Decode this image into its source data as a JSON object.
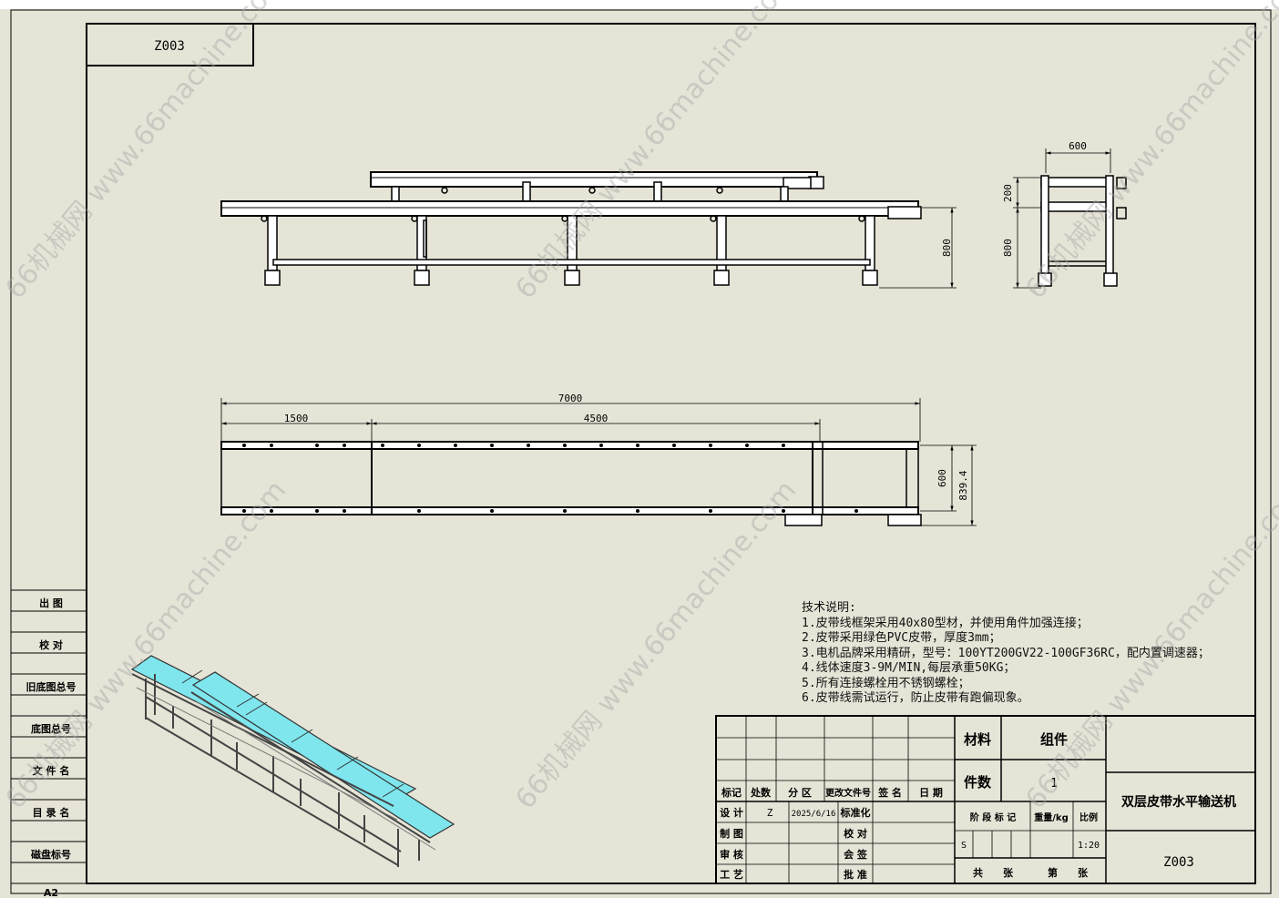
{
  "drawing_number_top": "Z003",
  "drawing_number": "Z003",
  "title": "双层皮带水平输送机",
  "watermark": "66机械网 www.66machine.com",
  "notes": {
    "heading": "技术说明:",
    "items": [
      "1.皮带线框架采用40x80型材，并使用角件加强连接；",
      "2.皮带采用绿色PVC皮带，厚度3mm；",
      "3.电机品牌采用精研，型号：100YT200GV22-100GF36RC，配内置调速器；",
      "4.线体速度3-9M/MIN,每层承重50KG；",
      "5.所有连接螺栓用不锈钢螺栓；",
      "6.皮带线需试运行，防止皮带有跑偏现象。"
    ]
  },
  "dimensions": {
    "side_height": "800",
    "end_width": "600",
    "end_upper": "200",
    "end_height": "800",
    "total_length": "7000",
    "lower_section": "1500",
    "upper_section": "4500",
    "plan_width": "600",
    "plan_overall_width": "839.4"
  },
  "left_column": [
    "出 图",
    "校 对",
    "旧底图总号",
    "底图总号",
    "文 件 名",
    "目 录 名",
    "磁盘标号",
    "A2"
  ],
  "title_block": {
    "material_label": "材料",
    "material_value": "组件",
    "quantity_label": "件数",
    "quantity_value": "1",
    "revision_headers": [
      "标记",
      "处数",
      "分 区",
      "更改文件号",
      "签 名",
      "日 期"
    ],
    "design_label": "设 计",
    "design_value": "Z",
    "design_date": "2025/6/16",
    "standard_label": "标准化",
    "draft_label": "制 图",
    "check_label": "校 对",
    "review_label": "审 核",
    "countersign_label": "会 签",
    "process_label": "工 艺",
    "approve_label": "批 准",
    "stage_label": "阶 段 标 记",
    "weight_label": "重量/kg",
    "scale_label": "比例",
    "stage_value": "S",
    "scale_value": "1:20",
    "total_sheets": "共　　张",
    "sheet_no": "第　　张"
  }
}
